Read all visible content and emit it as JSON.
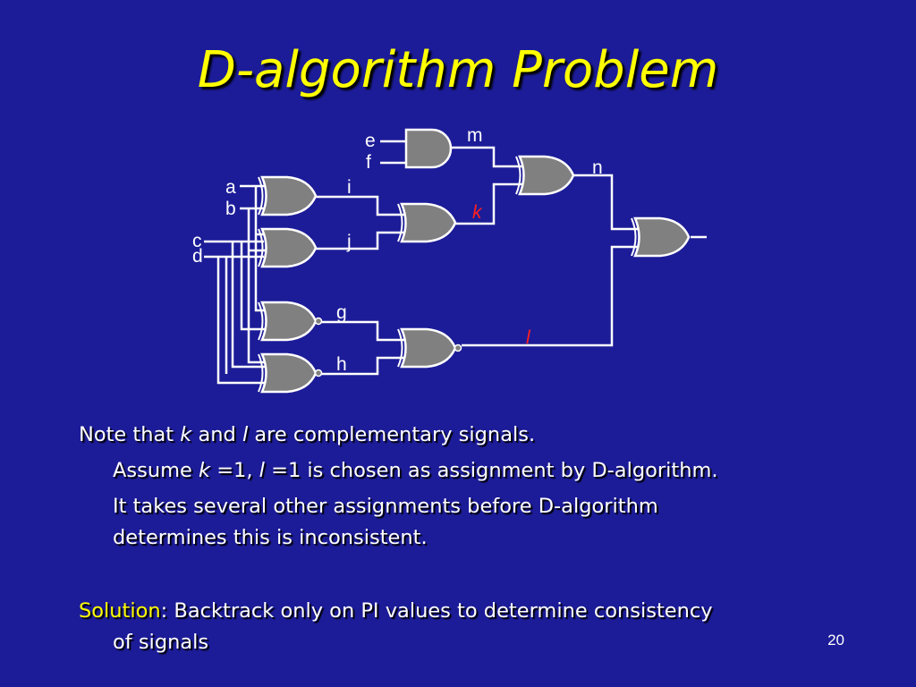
{
  "slide": {
    "title": "D-algorithm Problem",
    "page_number": "20"
  },
  "colors": {
    "background": "#1c1c98",
    "title": "#ffff00",
    "gate_fill": "#808080",
    "highlight_label": "#ff2020"
  },
  "circuit": {
    "labels": {
      "a": "a",
      "b": "b",
      "c": "c",
      "d": "d",
      "e": "e",
      "f": "f",
      "g": "g",
      "h": "h",
      "i": "i",
      "j": "j",
      "k": "k",
      "l": "l",
      "m": "m",
      "n": "n"
    }
  },
  "text": {
    "line1": {
      "p1": "Note that ",
      "k": "k",
      "p2": " and ",
      "l": "l",
      "p3": " are complementary signals."
    },
    "line2": {
      "p1": "Assume ",
      "k": "k",
      "p2": " =1, ",
      "l": "l",
      "p3": " =1 is chosen as assignment by D-algorithm."
    },
    "line3": {
      "p1": "It takes several other assignments before D-algorithm"
    },
    "line4": {
      "p1": "determines this is inconsistent."
    },
    "solution": {
      "label": "Solution",
      "p1": ": Backtrack only on PI values to determine consistency"
    },
    "solution_cont": {
      "p1": "of signals"
    }
  }
}
